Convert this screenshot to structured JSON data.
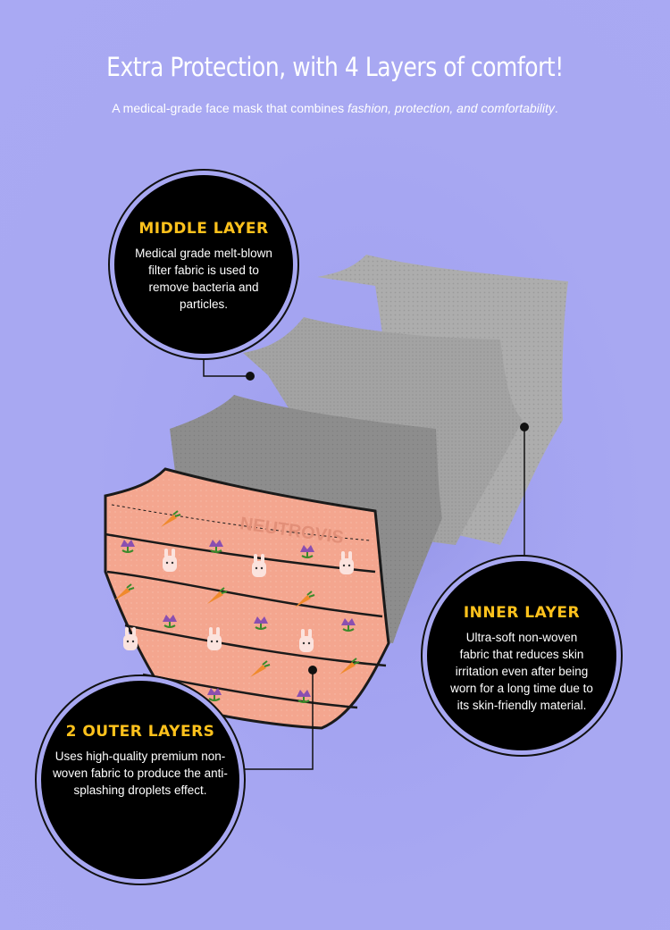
{
  "header": {
    "title": "Extra Protection, with 4 Layers of comfort!",
    "subtitle_prefix": "A medical-grade face mask that combines ",
    "subtitle_emphasis": "fashion, protection, and comfortability",
    "subtitle_suffix": "."
  },
  "mask": {
    "brand_watermark": "NEUTROVIS",
    "colors": {
      "background": "#a8a8f2",
      "mask_pink": "#f3a58e",
      "inner_layer_gray": "#aaaaaa",
      "middle_layer_gray": "#8c8c8c",
      "accent_yellow": "#ffc21c",
      "bubble_black": "#000000"
    },
    "pattern_icons": [
      "bunny-icon",
      "carrot-icon",
      "tulip-icon"
    ]
  },
  "layers": {
    "middle": {
      "title": "MIDDLE LAYER",
      "description": "Medical grade melt-blown filter fabric is used to remove bacteria and particles."
    },
    "inner": {
      "title": "INNER LAYER",
      "description": "Ultra-soft non-woven fabric that reduces skin irritation even after being worn for a long time due to its skin-friendly material."
    },
    "outer": {
      "title": "2 OUTER LAYERS",
      "description": "Uses high-quality premium non-woven fabric to produce the anti-splashing droplets effect."
    }
  }
}
